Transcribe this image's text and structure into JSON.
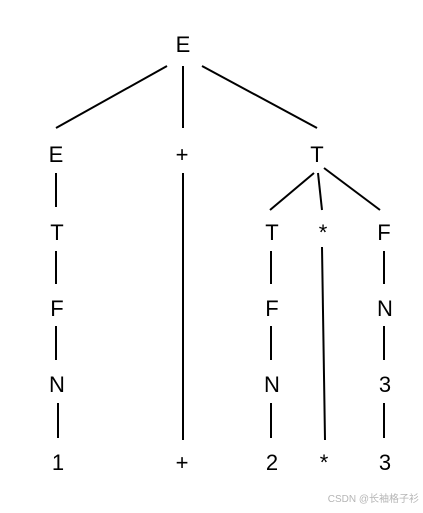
{
  "colors": {
    "background": "#ffffff",
    "ink": "#000000",
    "watermark": "#b5b5b5"
  },
  "watermark": "CSDN @长袖格子衫",
  "tree": {
    "root": "E",
    "nodes": {
      "n_E": "E",
      "n_E2": "E",
      "n_plus1": "+",
      "n_T": "T",
      "n_T2": "T",
      "n_star1": "*",
      "n_F1": "F",
      "n_F2": "F",
      "n_T3": "T",
      "n_N1": "N",
      "n_N2": "N",
      "n_F3": "F",
      "n_31": "3",
      "n_1": "1",
      "n_N3": "N",
      "n_32": "3",
      "n_plus2": "+",
      "n_2": "2",
      "n_star2": "*"
    }
  }
}
